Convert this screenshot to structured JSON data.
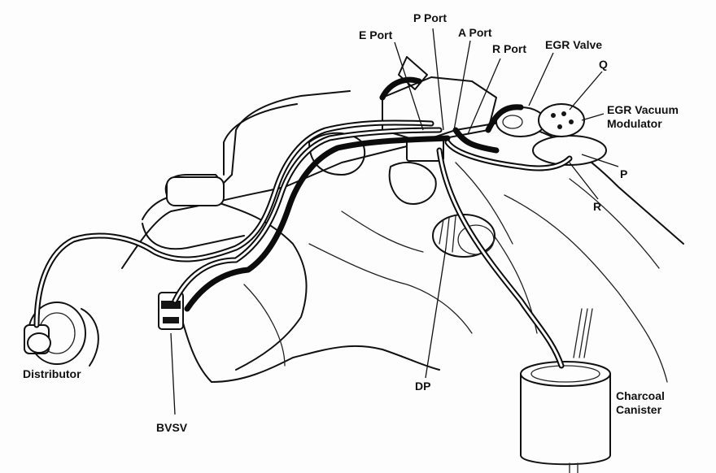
{
  "labels": {
    "e_port": "E Port",
    "p_port": "P Port",
    "a_port": "A Port",
    "r_port": "R Port",
    "egr_valve": "EGR Valve",
    "q": "Q",
    "egr_vacuum_modulator_line1": "EGR Vacuum",
    "egr_vacuum_modulator_line2": "Modulator",
    "p": "P",
    "r": "R",
    "distributor": "Distributor",
    "bvsv": "BVSV",
    "dp": "DP",
    "charcoal_canister_line1": "Charcoal",
    "charcoal_canister_line2": "Canister"
  }
}
